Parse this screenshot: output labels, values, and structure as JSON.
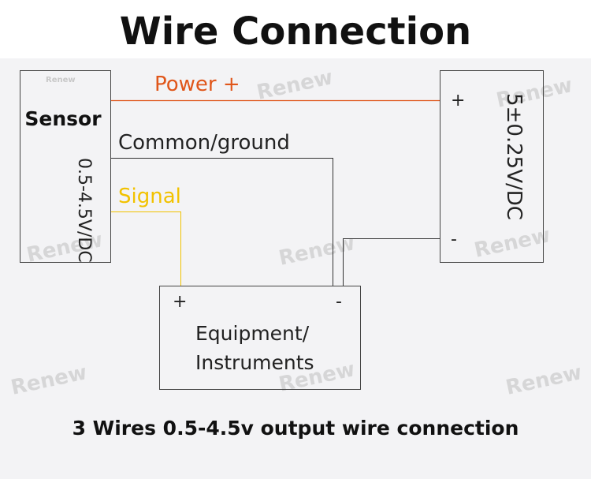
{
  "title": "Wire Connection",
  "sensor": {
    "label": "Sensor",
    "output_range": "0.5-4.5V/DC"
  },
  "power_supply": {
    "voltage": "5±0.25V/DC",
    "plus": "+",
    "minus": "-"
  },
  "equipment": {
    "line1": "Equipment/",
    "line2": "Instruments",
    "plus": "+",
    "minus": "-"
  },
  "wires": {
    "power": {
      "label": "Power +",
      "color": "#e0561a"
    },
    "common": {
      "label": "Common/ground",
      "color": "#333333"
    },
    "signal": {
      "label": "Signal",
      "color": "#f2c200"
    }
  },
  "watermark": "Renew",
  "caption": "3 Wires 0.5-4.5v output wire connection"
}
